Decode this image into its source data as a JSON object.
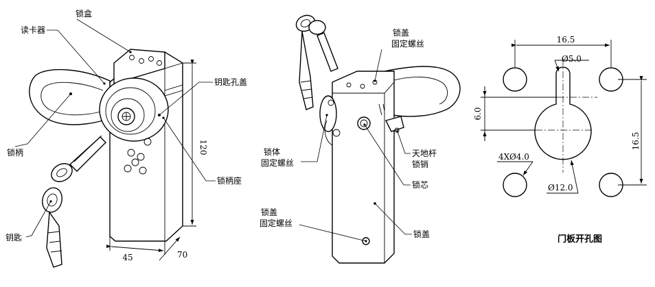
{
  "left_view": {
    "labels": {
      "lock_box": "锁盒",
      "card_reader": "读卡器",
      "keyhole_cover": "钥匙孔盖",
      "handle": "锁柄",
      "handle_seat": "锁柄座",
      "key": "钥匙"
    },
    "dims": {
      "height": "120",
      "width": "45",
      "depth": "70"
    }
  },
  "middle_view": {
    "labels": {
      "cover_screw_top_1": "锁盖",
      "cover_screw_top_2": "固定螺丝",
      "body_screw_1": "锁体",
      "body_screw_2": "固定螺丝",
      "rod_pin_1": "天地杆",
      "rod_pin_2": "锁销",
      "core": "锁芯",
      "cover_screw_bottom_1": "锁盖",
      "cover_screw_bottom_2": "固定螺丝",
      "cover": "锁盖"
    }
  },
  "right_view": {
    "title": "门板开孔图",
    "dims": {
      "top_width": "16.5",
      "slot_dia": "Ø5.0",
      "slot_len": "6.0",
      "holes": "4XØ4.0",
      "big_dia": "Ø12.0",
      "right_height": "16.5"
    }
  }
}
